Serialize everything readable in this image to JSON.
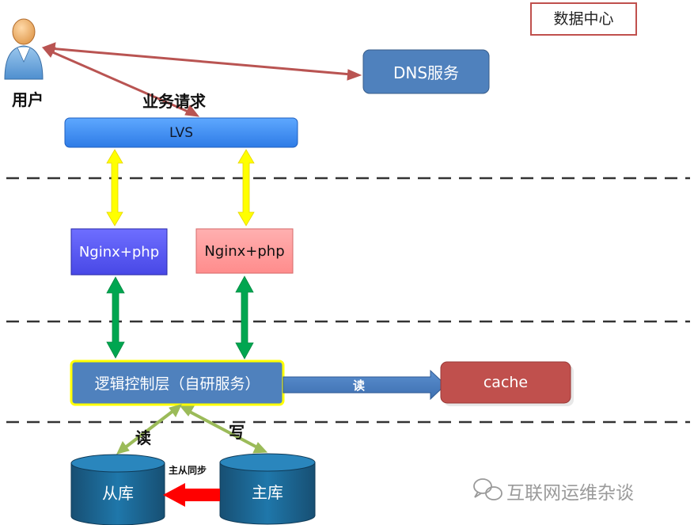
{
  "datacenter_label": "数据中心",
  "user_label": "用户",
  "request_label": "业务请求",
  "dns_label": "DNS服务",
  "lvs_label": "LVS",
  "nginx_left_label": "Nginx+php",
  "nginx_right_label": "Nginx+php",
  "logic_label": "逻辑控制层（自研服务）",
  "read_to_cache_label": "读",
  "cache_label": "cache",
  "read_label": "读",
  "write_label": "写",
  "sync_label": "主从同步",
  "slave_label": "从库",
  "master_label": "主库",
  "watermark_label": "互联网运维杂谈",
  "colors": {
    "user_dns_arrow": "#b95452",
    "yellow_arrows": "#ffff00",
    "green_arrows": "#00a650",
    "db_arrows": "#9bbb59",
    "sync_arrow": "#ff0000",
    "lvs_fill": "#3c8ef0",
    "dns_fill": "#4f81bd",
    "nginx_left_fill": "#5a5af5",
    "nginx_right_fill": "#ff9999",
    "logic_fill": "#4f81bd",
    "logic_border": "#ffff00",
    "cache_fill": "#c0504d",
    "db_fill": "#1f6f9d"
  },
  "icons": [
    "user-icon",
    "wechat-icon"
  ]
}
